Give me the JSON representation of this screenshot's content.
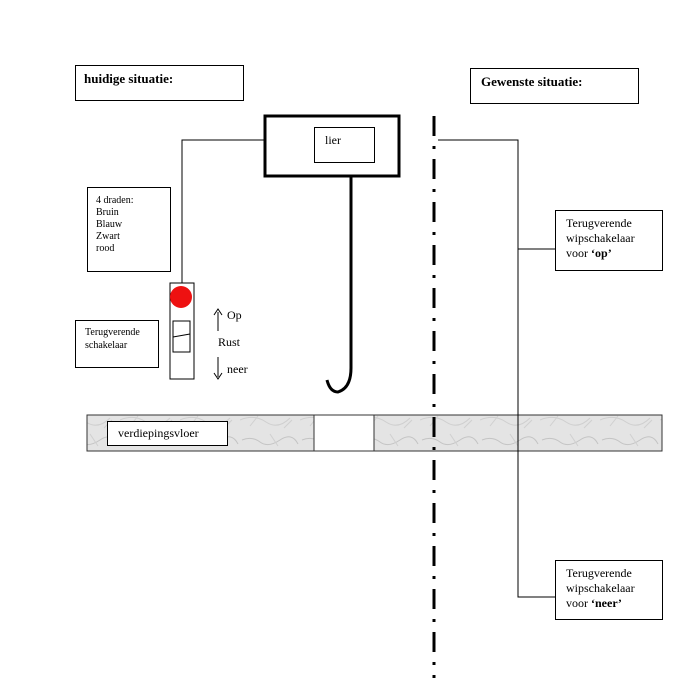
{
  "labels": {
    "current": "huidige situatie:",
    "desired": "Gewenste situatie:",
    "winch": "lier",
    "wires_title": "4 draden:",
    "wires": [
      "Bruin",
      "Blauw",
      "Zwart",
      "rood"
    ],
    "spring_switch": [
      "Terugverende",
      "schakelaar"
    ],
    "up": "Op",
    "rest": "Rust",
    "down": "neer",
    "floor": "verdiepingsvloer",
    "switch_up": {
      "line1": "Terugverende",
      "line2": "wipschakelaar",
      "prefix": "voor ",
      "quote_open": "‘",
      "word": "op",
      "quote_close": "’"
    },
    "switch_down": {
      "line1": "Terugverende",
      "line2": "wipschakelaar",
      "prefix": "voor ",
      "quote_open": "‘",
      "word": "neer",
      "quote_close": "’"
    }
  },
  "colors": {
    "indicator_light": "#ee1111",
    "floor_fill": "#dcdcdc"
  }
}
